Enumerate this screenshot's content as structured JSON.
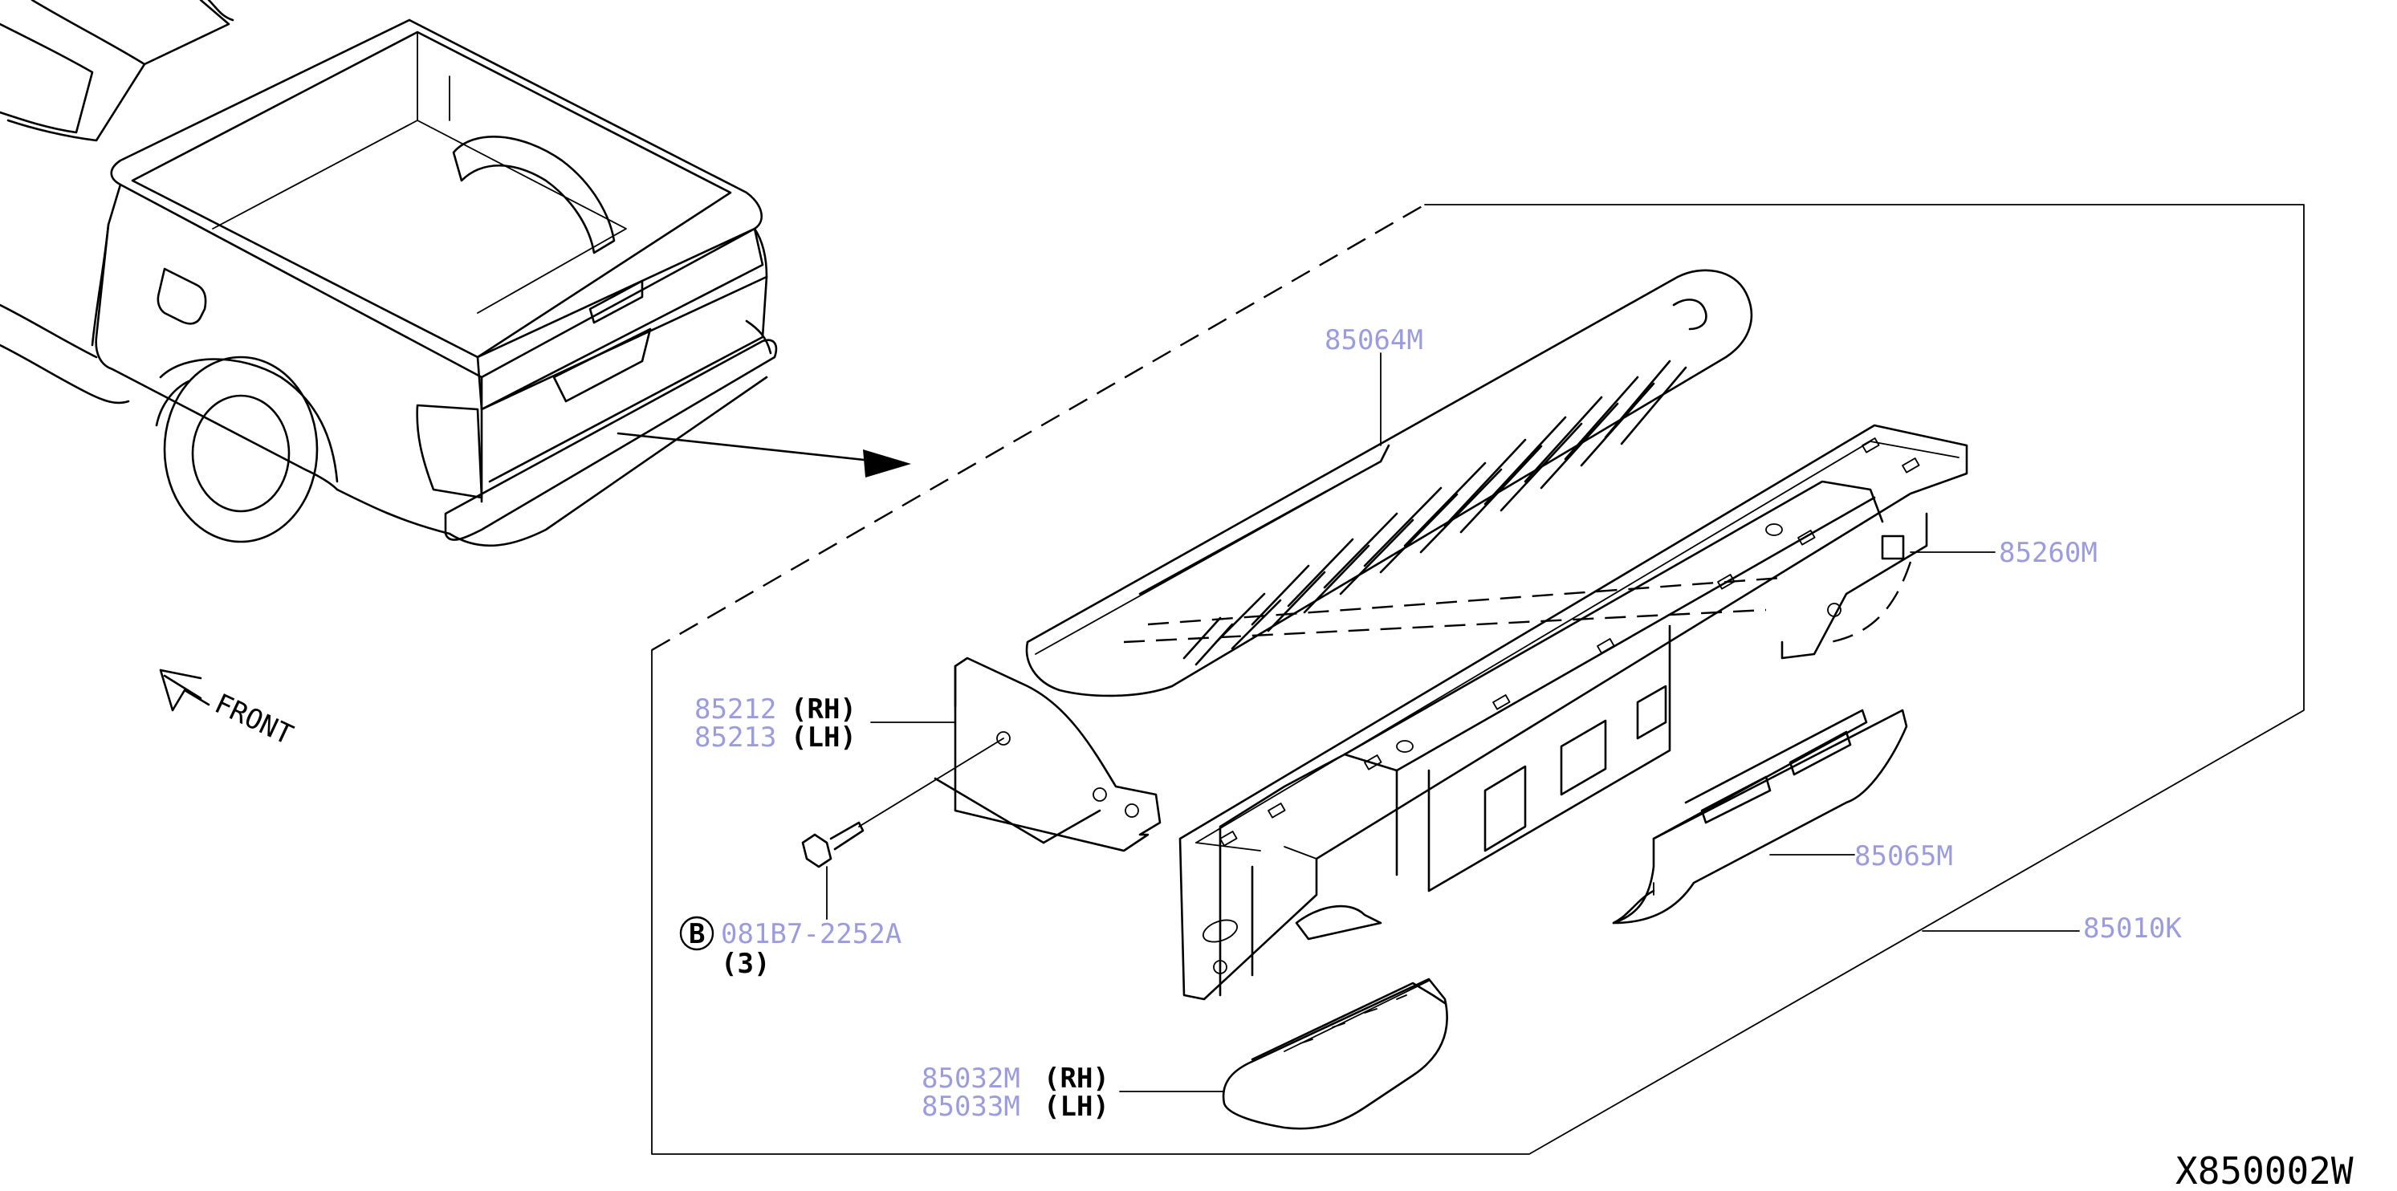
{
  "diagram": {
    "code": "X850002W",
    "direction_label": "FRONT",
    "callouts": [
      {
        "id": "85064M",
        "parts": [
          "85064M"
        ],
        "sides": []
      },
      {
        "id": "85260M",
        "parts": [
          "85260M"
        ],
        "sides": []
      },
      {
        "id": "85212-85213",
        "parts": [
          "85212",
          "85213"
        ],
        "sides": [
          "(RH)",
          "(LH)"
        ]
      },
      {
        "id": "08187-2252A",
        "parts": [
          "081B7-2252A"
        ],
        "sides": [],
        "marker": "B",
        "qty": "(3)"
      },
      {
        "id": "85065M",
        "parts": [
          "85065M"
        ],
        "sides": []
      },
      {
        "id": "85010K",
        "parts": [
          "85010K"
        ],
        "sides": []
      },
      {
        "id": "85032-85033",
        "parts": [
          "85032M",
          "85033M"
        ],
        "sides": [
          "(RH)",
          "(LH)"
        ]
      }
    ]
  },
  "colors": {
    "label": "#9b9be0",
    "line": "#000000",
    "background": "#ffffff"
  }
}
